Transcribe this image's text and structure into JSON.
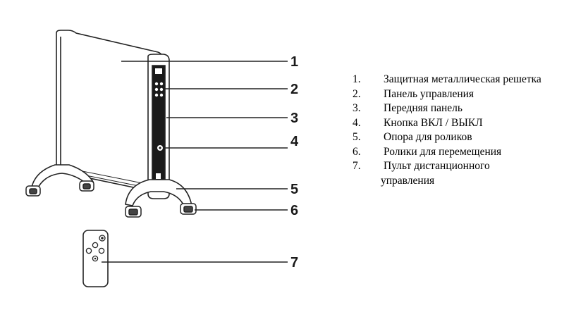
{
  "callouts": [
    "1",
    "2",
    "3",
    "4",
    "5",
    "6",
    "7"
  ],
  "legend": [
    {
      "num": "1.",
      "text": "Защитная металлическая решетка"
    },
    {
      "num": "2.",
      "text": "Панель управления"
    },
    {
      "num": "3.",
      "text": "Передняя панель"
    },
    {
      "num": "4.",
      "text": "Кнопка ВКЛ / ВЫКЛ"
    },
    {
      "num": "5.",
      "text": "Опора для роликов"
    },
    {
      "num": "6.",
      "text": "Ролики для перемещения"
    },
    {
      "num": "7.",
      "text": "Пульт дистанционного",
      "continuation": "управления"
    }
  ]
}
